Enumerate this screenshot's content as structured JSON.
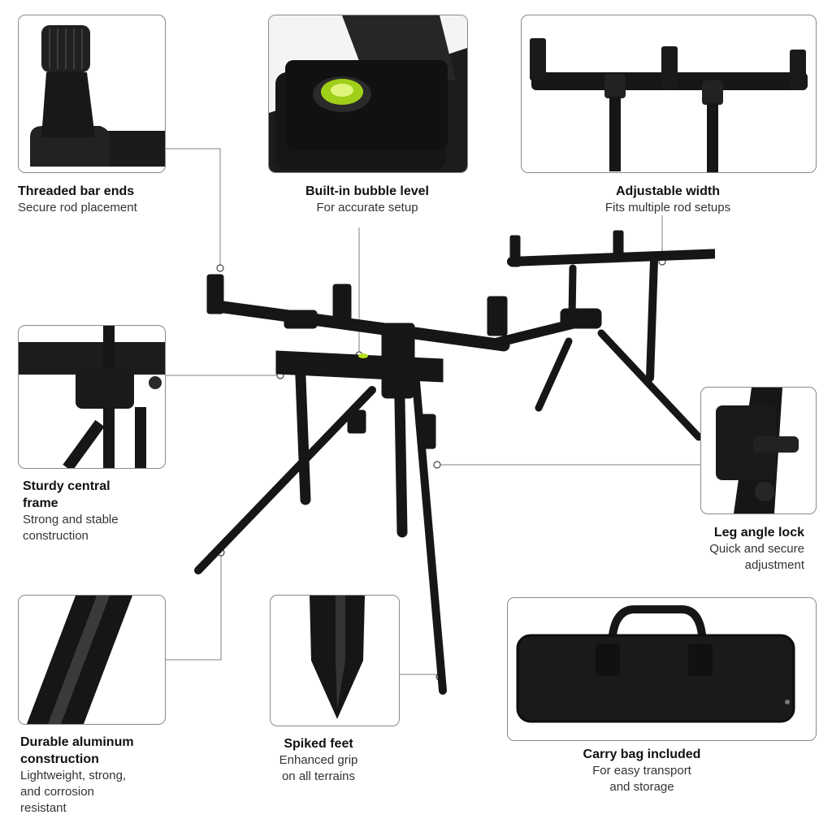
{
  "colors": {
    "product": "#161616",
    "product_highlight": "#3a3a3a",
    "leader_line": "#9a9a9a",
    "frame_border": "#8a8a8a",
    "bubble_green": "#b8e01e"
  },
  "features": [
    {
      "key": "threaded-bar-ends",
      "title": "Threaded bar ends",
      "desc": [
        "Secure rod placement"
      ]
    },
    {
      "key": "bubble-level",
      "title": "Built-in bubble level",
      "desc": [
        "For accurate setup"
      ]
    },
    {
      "key": "adjustable-width",
      "title": "Adjustable width",
      "desc": [
        "Fits multiple rod setups"
      ]
    },
    {
      "key": "central-frame",
      "title": [
        "Sturdy central",
        "frame"
      ],
      "desc": [
        "Strong and stable",
        "construction"
      ]
    },
    {
      "key": "leg-angle-lock",
      "title": "Leg angle lock",
      "desc": [
        "Quick and secure",
        "adjustment"
      ]
    },
    {
      "key": "aluminum",
      "title": [
        "Durable aluminum",
        "construction"
      ],
      "desc": [
        "Lightweight, strong,",
        "and corrosion",
        "resistant"
      ]
    },
    {
      "key": "spiked-feet",
      "title": "Spiked feet",
      "desc": [
        "Enhanced grip",
        "on all terrains"
      ]
    },
    {
      "key": "carry-bag",
      "title": "Carry bag included",
      "desc": [
        "For easy transport",
        "and storage"
      ]
    }
  ],
  "icons": {
    "product": "rod-pod-stand",
    "bag": "carry-bag-icon",
    "bubble": "bubble-level-icon",
    "spike": "spike-icon"
  }
}
